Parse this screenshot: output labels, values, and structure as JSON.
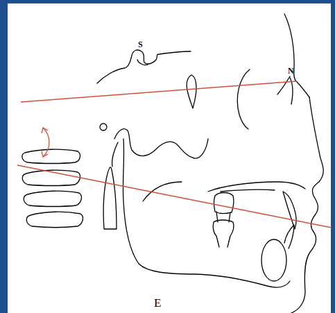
{
  "diagram": {
    "labels": [
      "S",
      "N",
      "E"
    ]
  }
}
